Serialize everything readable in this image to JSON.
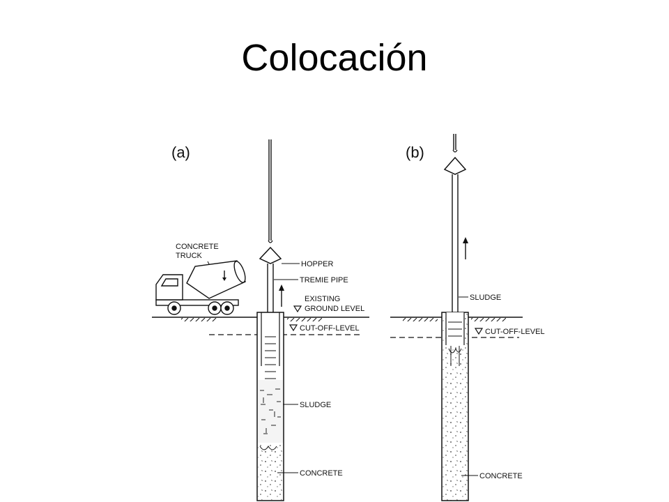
{
  "slide": {
    "title": "Colocación"
  },
  "panel_a": {
    "tag": "(a)",
    "labels": {
      "concrete_truck_1": "CONCRETE",
      "concrete_truck_2": "TRUCK",
      "hopper": "HOPPER",
      "tremie_pipe": "TREMIE PIPE",
      "existing_1": "EXISTING",
      "existing_2": "GROUND LEVEL",
      "cut_off": "CUT-OFF-LEVEL",
      "sludge": "SLUDGE",
      "concrete": "CONCRETE"
    }
  },
  "panel_b": {
    "tag": "(b)",
    "labels": {
      "sludge": "SLUDGE",
      "cut_off": "CUT-OFF-LEVEL",
      "concrete": "CONCRETE"
    }
  }
}
